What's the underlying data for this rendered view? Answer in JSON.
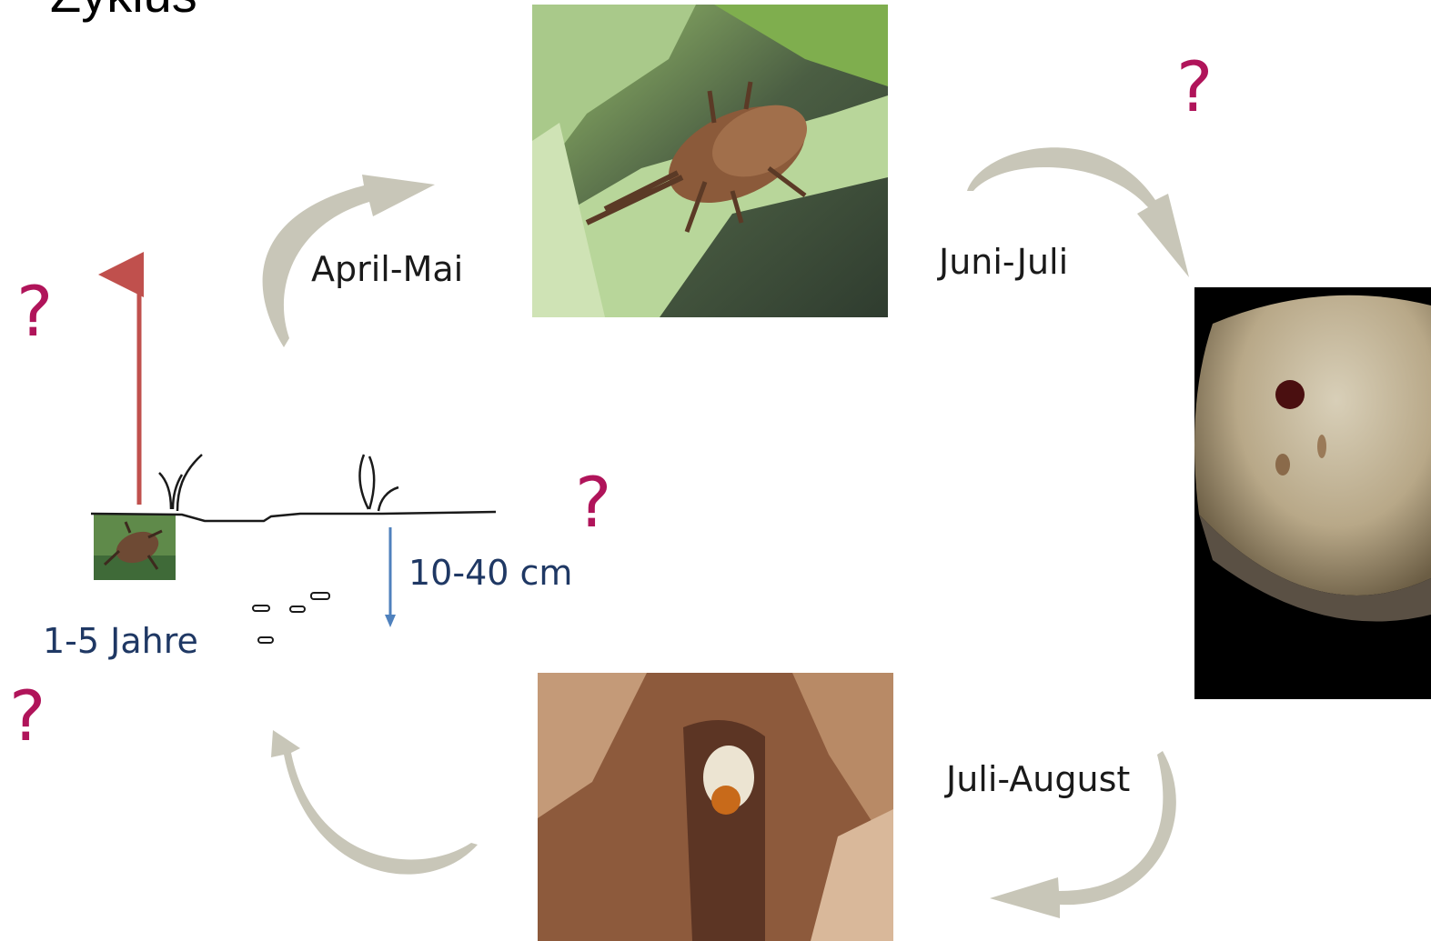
{
  "title": "Zyklus",
  "stages": {
    "april_mai": "April-Mai",
    "juni_juli": "Juni-Juli",
    "juli_august": "Juli-August",
    "depth": "10-40 cm",
    "years": "1-5 Jahre"
  },
  "question_mark": "?",
  "colors": {
    "question": "#b0145a",
    "up_arrow": "#c0504d",
    "down_arrow": "#4f81bd",
    "cycle_arrow": "#c8c6b8"
  }
}
